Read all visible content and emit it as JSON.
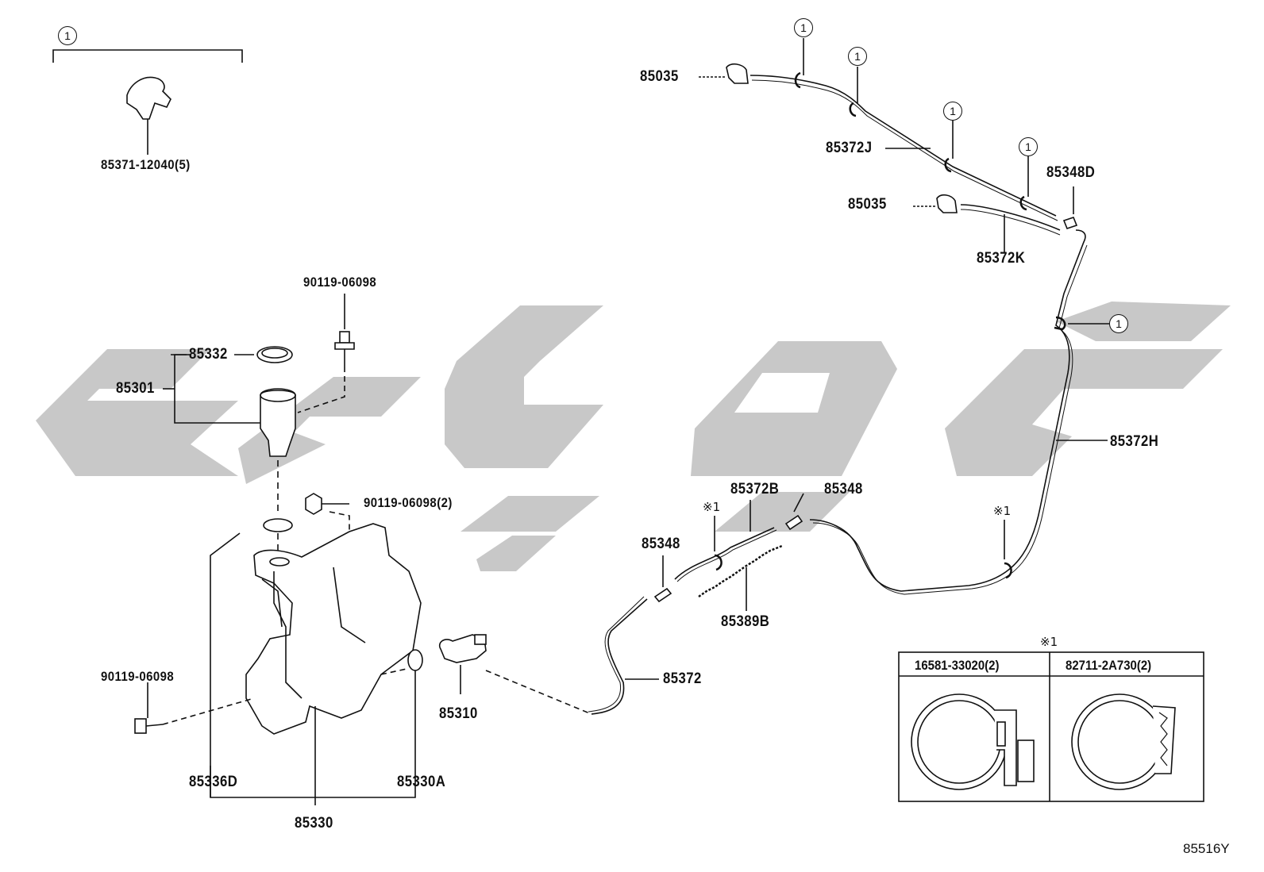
{
  "diagram": {
    "diagram_code": "85516Y",
    "ref_mark_circle": "1",
    "ref_mark_star": "※1",
    "parts": {
      "p85371": "85371-12040(5)",
      "p90119a": "90119-06098",
      "p85332": "85332",
      "p85301": "85301",
      "p90119b": "90119-06098(2)",
      "p90119c": "90119-06098",
      "p85336D": "85336D",
      "p85330A": "85330A",
      "p85330": "85330",
      "p85310": "85310",
      "p85372": "85372",
      "p85348a": "85348",
      "p85372B": "85372B",
      "p85348b": "85348",
      "p85389B": "85389B",
      "p85372H": "85372H",
      "p85035a": "85035",
      "p85372J": "85372J",
      "p85035b": "85035",
      "p85348D": "85348D",
      "p85372K": "85372K"
    },
    "inset": {
      "title": "※1",
      "col1": "16581-33020(2)",
      "col2": "82711-2A730(2)"
    }
  }
}
